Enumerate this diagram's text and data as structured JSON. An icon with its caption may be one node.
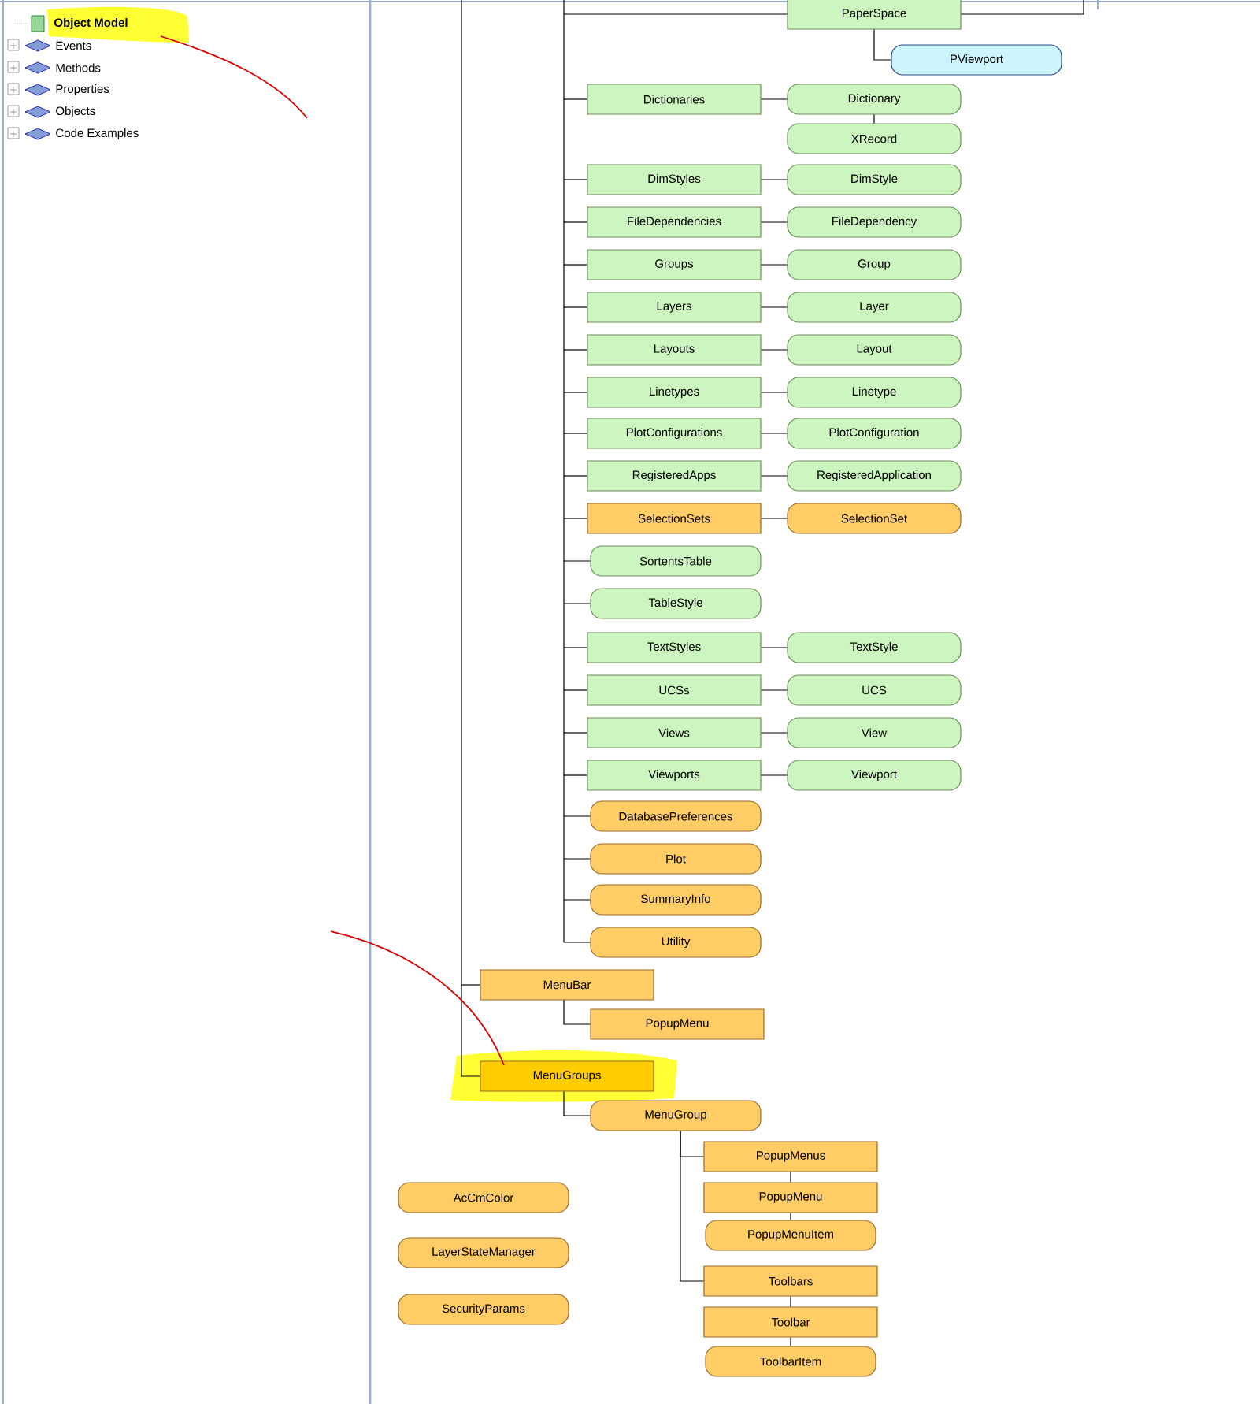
{
  "diagram": {
    "nodes": [
      {
        "text": [
          "PaperSpace"
        ]
      },
      {
        "text": [
          "PViewport"
        ]
      },
      {
        "text": [
          "Dictionaries"
        ]
      },
      {
        "text": [
          "Dictionary"
        ]
      },
      {
        "text": [
          "XRecord"
        ]
      },
      {
        "text": [
          "DimStyles"
        ]
      },
      {
        "text": [
          "DimStyle"
        ]
      },
      {
        "text": [
          "FileDependencies"
        ]
      },
      {
        "text": [
          "FileDependency"
        ]
      },
      {
        "text": [
          "Groups"
        ]
      },
      {
        "text": [
          "Group"
        ]
      },
      {
        "text": [
          "Layers"
        ]
      },
      {
        "text": [
          "Layer"
        ]
      },
      {
        "text": [
          "Layouts"
        ]
      },
      {
        "text": [
          "Layout"
        ]
      },
      {
        "text": [
          "Linetypes"
        ]
      },
      {
        "text": [
          "Linetype"
        ]
      },
      {
        "text": [
          "PlotConfigurations"
        ]
      },
      {
        "text": [
          "PlotConfiguration"
        ]
      },
      {
        "text": [
          "RegisteredApps"
        ]
      },
      {
        "text": [
          "RegisteredApplication"
        ]
      },
      {
        "text": [
          "SelectionSets"
        ]
      },
      {
        "text": [
          "SelectionSet"
        ]
      },
      {
        "text": [
          "SortentsTable"
        ]
      },
      {
        "text": [
          "TableStyle"
        ]
      },
      {
        "text": [
          "TextStyles"
        ]
      },
      {
        "text": [
          "TextStyle"
        ]
      },
      {
        "text": [
          "UCSs"
        ]
      },
      {
        "text": [
          "UCS"
        ]
      },
      {
        "text": [
          "Views"
        ]
      },
      {
        "text": [
          "View"
        ]
      },
      {
        "text": [
          "Viewports"
        ]
      },
      {
        "text": [
          "Viewport"
        ]
      },
      {
        "text": [
          "DatabasePreferences"
        ]
      },
      {
        "text": [
          "Plot"
        ]
      },
      {
        "text": [
          "SummaryInfo"
        ]
      },
      {
        "text": [
          "Utility"
        ]
      },
      {
        "text": [
          "MenuBar"
        ]
      },
      {
        "text": [
          "PopupMenu"
        ]
      },
      {
        "text": [
          "MenuGroups"
        ]
      },
      {
        "text": [
          "MenuGroup"
        ]
      },
      {
        "text": [
          "PopupMenus"
        ]
      },
      {
        "text": [
          "PopupMenu"
        ]
      },
      {
        "text": [
          "PopupMenuItem"
        ]
      },
      {
        "text": [
          "Toolbars"
        ]
      },
      {
        "text": [
          "Toolbar"
        ]
      },
      {
        "text": [
          "ToolbarItem"
        ]
      },
      {
        "text": [
          "AcCmColor"
        ]
      },
      {
        "text": [
          "LayerStateManager"
        ]
      },
      {
        "text": [
          "SecurityParams"
        ]
      }
    ],
    "edges": [
      {
        "from": null,
        "to": 0,
        "arrow": "none"
      },
      {
        "from": 0,
        "to": null,
        "arrow": "none"
      },
      {
        "from": 0,
        "to": 1,
        "arrow": "none"
      },
      {
        "from": null,
        "to": 2,
        "arrow": "none"
      },
      {
        "from": 2,
        "to": 3,
        "arrow": "none"
      },
      {
        "from": 3,
        "to": 4,
        "arrow": "none"
      },
      {
        "from": null,
        "to": 5,
        "arrow": "none"
      },
      {
        "from": 5,
        "to": 6,
        "arrow": "none"
      },
      {
        "from": null,
        "to": 7,
        "arrow": "none"
      },
      {
        "from": 7,
        "to": 8,
        "arrow": "none"
      },
      {
        "from": null,
        "to": 9,
        "arrow": "none"
      },
      {
        "from": 9,
        "to": 10,
        "arrow": "none"
      },
      {
        "from": null,
        "to": 11,
        "arrow": "none"
      },
      {
        "from": 11,
        "to": 12,
        "arrow": "none"
      },
      {
        "from": null,
        "to": 13,
        "arrow": "none"
      },
      {
        "from": 13,
        "to": 14,
        "arrow": "none"
      },
      {
        "from": null,
        "to": 15,
        "arrow": "none"
      },
      {
        "from": 15,
        "to": 16,
        "arrow": "none"
      },
      {
        "from": null,
        "to": 17,
        "arrow": "none"
      },
      {
        "from": 17,
        "to": 18,
        "arrow": "none"
      },
      {
        "from": null,
        "to": 19,
        "arrow": "none"
      },
      {
        "from": 19,
        "to": 20,
        "arrow": "none"
      },
      {
        "from": null,
        "to": 21,
        "arrow": "none"
      },
      {
        "from": 21,
        "to": 22,
        "arrow": "none"
      },
      {
        "from": null,
        "to": 23,
        "arrow": "none"
      },
      {
        "from": null,
        "to": 24,
        "arrow": "none"
      },
      {
        "from": null,
        "to": 25,
        "arrow": "none"
      },
      {
        "from": 25,
        "to": 26,
        "arrow": "none"
      },
      {
        "from": null,
        "to": 27,
        "arrow": "none"
      },
      {
        "from": 27,
        "to": 28,
        "arrow": "none"
      },
      {
        "from": null,
        "to": 29,
        "arrow": "none"
      },
      {
        "from": 29,
        "to": 30,
        "arrow": "none"
      },
      {
        "from": null,
        "to": 31,
        "arrow": "none"
      },
      {
        "from": 31,
        "to": 32,
        "arrow": "none"
      },
      {
        "from": null,
        "to": 33,
        "arrow": "none"
      },
      {
        "from": null,
        "to": 34,
        "arrow": "none"
      },
      {
        "from": null,
        "to": 35,
        "arrow": "none"
      },
      {
        "from": null,
        "to": 36,
        "arrow": "none"
      },
      {
        "from": null,
        "to": 37,
        "arrow": "none"
      },
      {
        "from": 37,
        "to": 38,
        "arrow": "none"
      },
      {
        "from": null,
        "to": 39,
        "arrow": "none"
      },
      {
        "from": 39,
        "to": 40,
        "arrow": "none"
      },
      {
        "from": 40,
        "to": 41,
        "arrow": "none"
      },
      {
        "from": 41,
        "to": 42,
        "arrow": "none"
      },
      {
        "from": 42,
        "to": 43,
        "arrow": "none"
      },
      {
        "from": 40,
        "to": 44,
        "arrow": "none"
      },
      {
        "from": 44,
        "to": 45,
        "arrow": "none"
      },
      {
        "from": 45,
        "to": 46,
        "arrow": "none"
      }
    ],
    "labels": [
      "Object Model",
      "Events",
      "Methods",
      "Properties",
      "Objects",
      "Code Examples"
    ]
  }
}
